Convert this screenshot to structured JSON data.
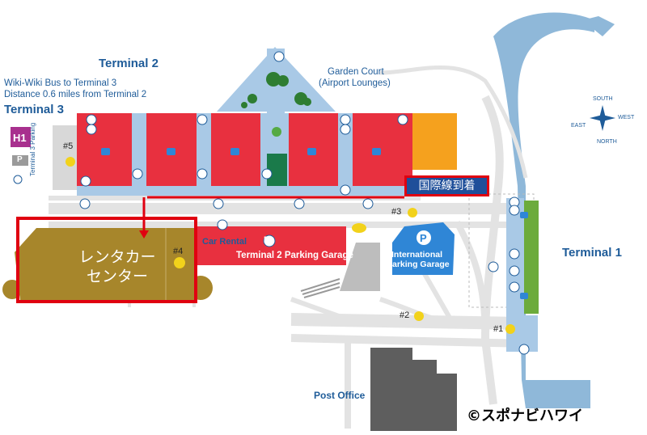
{
  "labels": {
    "terminal2": "Terminal 2",
    "wiki_bus": "Wiki-Wiki Bus to Terminal 3",
    "distance": "Distance 0.6 miles from Terminal 2",
    "terminal3": "Terminal 3",
    "h1": "H1",
    "terminal3_parking": "Terminal 3 Parking",
    "garden_court": "Garden Court",
    "airport_lounges": "(Airport Lounges)",
    "gate5": "#5",
    "gate4": "#4",
    "gate3": "#3",
    "gate2": "#2",
    "gate1": "#1",
    "car_rental": "Car Rental",
    "t2_parking": "Terminal 2 Parking Garage",
    "intl_parking_1": "International",
    "intl_parking_2": "Parking Garage",
    "rental_center_1": "レンタカー",
    "rental_center_2": "センター",
    "intl_arrival": "国際線到着",
    "terminal1": "Terminal 1",
    "post_office": "Post Office",
    "copyright": "©スポナビハワイ",
    "parking_symbol": "P"
  },
  "compass": {
    "south": "SOUTH",
    "west": "WEST",
    "east": "EAST",
    "north": "NORTH"
  },
  "colors": {
    "gate_red": "#e8303f",
    "path_blue": "#a9c9e6",
    "water_blue": "#8fb8d9",
    "rental_gold": "#a7862b",
    "highlight_red": "#e00010",
    "garage_blue": "#2f86d6",
    "terminal1_green": "#6cab3c",
    "orange": "#f5a11e",
    "road_gray": "#e3e3e3",
    "text_blue": "#1f5c99"
  },
  "icons": [
    "restroom-icon",
    "shopping-icon",
    "baggage-icon",
    "dining-icon",
    "parking-icon",
    "taxi-icon",
    "bus-icon",
    "walk-icon",
    "compass-icon"
  ]
}
